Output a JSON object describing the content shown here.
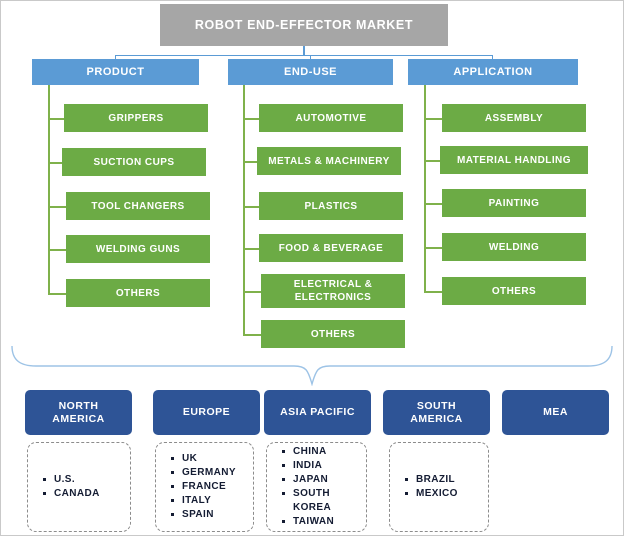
{
  "title": "ROBOT END-EFFECTOR MARKET",
  "colors": {
    "title_bar": "#a6a6a6",
    "category_header": "#5b9bd5",
    "leaf_box": "#6cab45",
    "region_header": "#2e5496",
    "brace": "#9dc3e6",
    "connector_blue": "#5b9bd5",
    "connector_green": "#7fb14b",
    "dashed_border": "#8c8c8c",
    "country_text": "#141c33"
  },
  "categories": [
    {
      "label": "PRODUCT",
      "items": [
        {
          "label": "GRIPPERS"
        },
        {
          "label": "SUCTION CUPS"
        },
        {
          "label": "TOOL CHANGERS"
        },
        {
          "label": "WELDING GUNS"
        },
        {
          "label": "OTHERS"
        }
      ]
    },
    {
      "label": "END-USE",
      "items": [
        {
          "label": "AUTOMOTIVE"
        },
        {
          "label": "METALS & MACHINERY"
        },
        {
          "label": "PLASTICS"
        },
        {
          "label": "FOOD & BEVERAGE"
        },
        {
          "label": "ELECTRICAL &\nELECTRONICS"
        },
        {
          "label": "OTHERS"
        }
      ]
    },
    {
      "label": "APPLICATION",
      "items": [
        {
          "label": "ASSEMBLY"
        },
        {
          "label": "MATERIAL HANDLING"
        },
        {
          "label": "PAINTING"
        },
        {
          "label": "WELDING"
        },
        {
          "label": "OTHERS"
        }
      ]
    }
  ],
  "regions": [
    {
      "label": "NORTH\nAMERICA",
      "has_box": true,
      "countries": [
        "U.S.",
        "CANADA"
      ]
    },
    {
      "label": "EUROPE",
      "has_box": true,
      "countries": [
        "UK",
        "GERMANY",
        "FRANCE",
        "ITALY",
        "SPAIN"
      ]
    },
    {
      "label": "ASIA PACIFIC",
      "has_box": true,
      "countries": [
        "CHINA",
        "INDIA",
        "JAPAN",
        "SOUTH\nKOREA",
        "TAIWAN"
      ]
    },
    {
      "label": "SOUTH\nAMERICA",
      "has_box": true,
      "countries": [
        "BRAZIL",
        "MEXICO"
      ]
    },
    {
      "label": "MEA",
      "has_box": false,
      "countries": []
    }
  ]
}
